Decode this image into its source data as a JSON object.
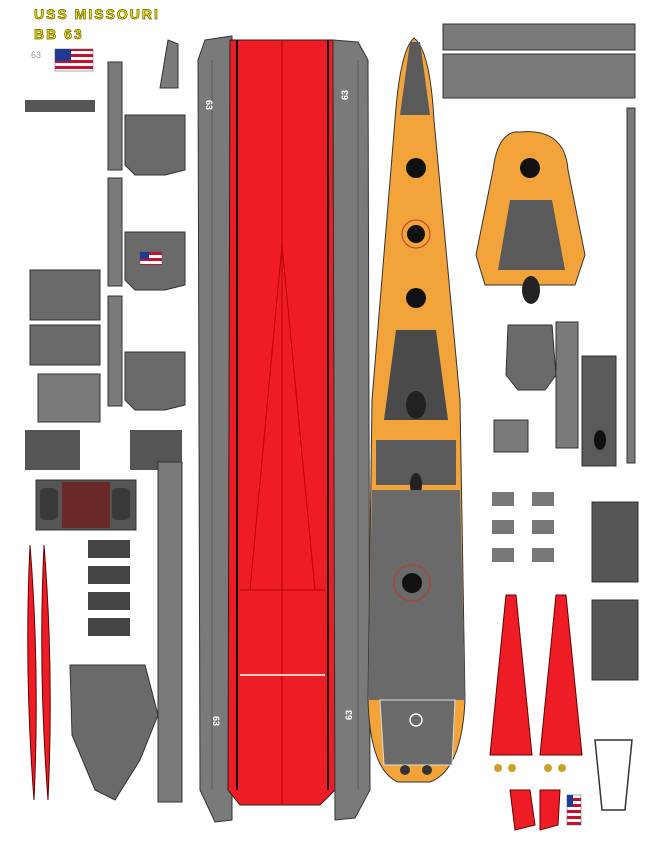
{
  "sheet": {
    "title_line1": "USS MISSOURI",
    "title_line2": "BB 63",
    "hull_number": "63",
    "hull_marking": "63"
  },
  "colors": {
    "hull_gray": "#7a7a7a",
    "deck_orange": "#f2a33a",
    "dark_gray": "#4a4a4a",
    "hull_red": "#ee1c24",
    "title_yellow": "#f2e600",
    "maroon": "#6b2a2a"
  },
  "icons": [
    "us-flag-icon"
  ]
}
